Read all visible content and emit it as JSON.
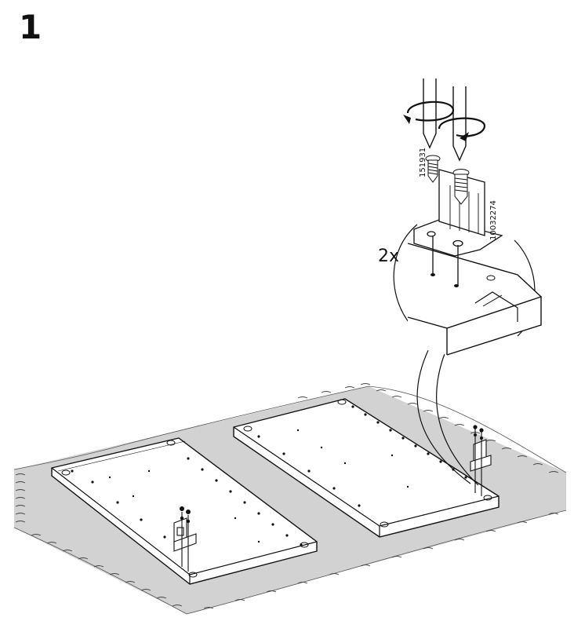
{
  "step": {
    "number": "1"
  },
  "callout": {
    "quantity": "2x"
  },
  "parts": {
    "screw_code": "151931",
    "bracket_code": "10032274"
  },
  "colors": {
    "line": "#111111",
    "floor": "#cfcfcf",
    "panel": "#ffffff"
  },
  "icons": [
    "screwdriver-icon",
    "rotation-arrow-icon",
    "screw-icon",
    "bracket-icon",
    "floor-rug-icon"
  ]
}
